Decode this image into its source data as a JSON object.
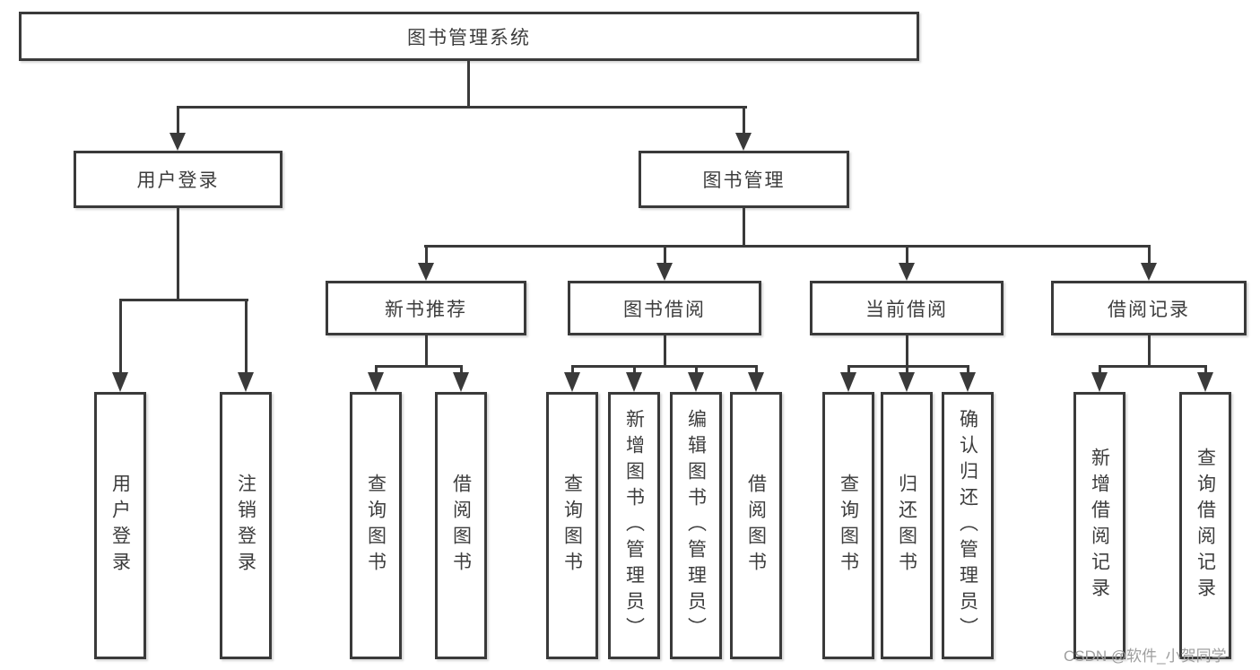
{
  "diagram": {
    "title": "图书管理系统",
    "root": {
      "label": "图书管理系统"
    },
    "level2": [
      {
        "label": "用户登录"
      },
      {
        "label": "图书管理"
      }
    ],
    "level3": [
      {
        "label": "新书推荐",
        "parent": "图书管理"
      },
      {
        "label": "图书借阅",
        "parent": "图书管理"
      },
      {
        "label": "当前借阅",
        "parent": "图书管理"
      },
      {
        "label": "借阅记录",
        "parent": "图书管理"
      }
    ],
    "leaves": [
      {
        "label": "用户登录",
        "parent": "用户登录"
      },
      {
        "label": "注销登录",
        "parent": "用户登录"
      },
      {
        "label": "查询图书",
        "parent": "新书推荐"
      },
      {
        "label": "借阅图书",
        "parent": "新书推荐"
      },
      {
        "label": "查询图书",
        "parent": "图书借阅"
      },
      {
        "label": "新增图书（管理员）",
        "parent": "图书借阅"
      },
      {
        "label": "编辑图书（管理员）",
        "parent": "图书借阅"
      },
      {
        "label": "借阅图书",
        "parent": "图书借阅"
      },
      {
        "label": "查询图书",
        "parent": "当前借阅"
      },
      {
        "label": "归还图书",
        "parent": "当前借阅"
      },
      {
        "label": "确认归还（管理员）",
        "parent": "当前借阅"
      },
      {
        "label": "新增借阅记录",
        "parent": "借阅记录"
      },
      {
        "label": "查询借阅记录",
        "parent": "借阅记录"
      }
    ]
  },
  "watermark": {
    "text": "CSDN @软件_小贺同学"
  },
  "colors": {
    "line": "#3a3a3a",
    "box_border": "#3a3a3a",
    "text": "#3d3d3d",
    "watermark": "#9e9e9e",
    "background": "#ffffff"
  }
}
